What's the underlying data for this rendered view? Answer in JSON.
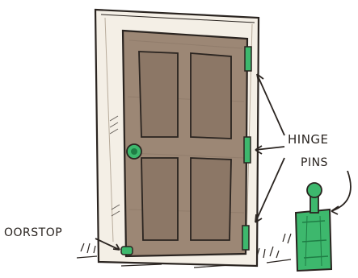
{
  "labels": {
    "hinge_line1": "HINGE",
    "hinge_line2": "PINS",
    "doorstop": "OORSTOP"
  },
  "colors": {
    "door": "#9c8775",
    "door_dark": "#6e5c4d",
    "frame": "#f4efe6",
    "pin_green": "#3db86d",
    "pin_green_dark": "#1f7d45",
    "ink": "#2a2420",
    "background": "#ffffff"
  },
  "icons": {
    "hinge_pin": "hinge-pin-icon",
    "doorknob": "doorknob-icon",
    "doorstop": "doorstop-icon"
  }
}
